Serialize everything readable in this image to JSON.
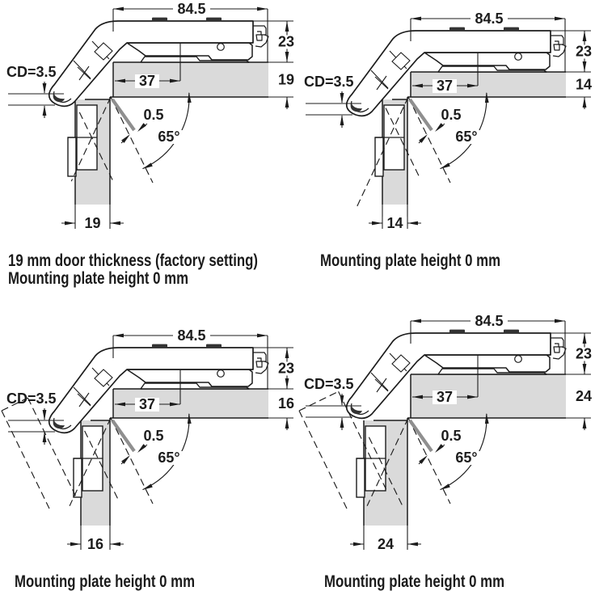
{
  "colors": {
    "background": "#ffffff",
    "line": "#1c1c1c",
    "panel_fill": "#dadada",
    "gap_line": "#8f8f8f",
    "tab_fill": "#333333"
  },
  "diagrams": [
    {
      "id": "top-left",
      "dims": {
        "overall_width": "84.5",
        "arm_height": "23",
        "panel_thickness": "19",
        "cup_distance": "CD=3.5",
        "screw_offset": "37",
        "gap": "0.5",
        "opening_angle": "65°",
        "door_thickness": "19"
      },
      "caption": [
        "19 mm door thickness (factory setting)",
        "Mounting plate height 0 mm"
      ]
    },
    {
      "id": "top-right",
      "dims": {
        "overall_width": "84.5",
        "arm_height": "23",
        "panel_thickness": "14",
        "cup_distance": "CD=3.5",
        "screw_offset": "37",
        "gap": "0.5",
        "opening_angle": "65°",
        "door_thickness": "14"
      },
      "caption": [
        "Mounting plate height 0 mm"
      ]
    },
    {
      "id": "bottom-left",
      "dims": {
        "overall_width": "84.5",
        "arm_height": "23",
        "panel_thickness": "16",
        "cup_distance": "CD=3.5",
        "screw_offset": "37",
        "gap": "0.5",
        "opening_angle": "65°",
        "door_thickness": "16"
      },
      "caption": [
        "Mounting plate height 0 mm"
      ]
    },
    {
      "id": "bottom-right",
      "dims": {
        "overall_width": "84.5",
        "arm_height": "23",
        "panel_thickness": "24",
        "cup_distance": "CD=3.5",
        "screw_offset": "37",
        "gap": "0.5",
        "opening_angle": "65°",
        "door_thickness": "24"
      },
      "caption": [
        "Mounting plate height 0 mm"
      ]
    }
  ]
}
